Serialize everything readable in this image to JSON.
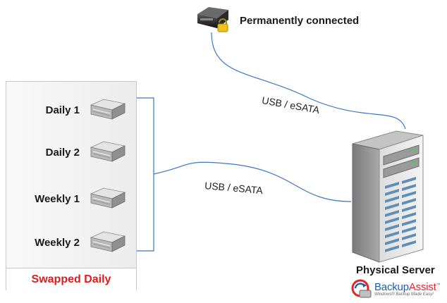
{
  "top_device": {
    "label": "Permanently connected",
    "icon": "locked-hard-drive-icon"
  },
  "connections": [
    {
      "label": "USB / eSATA",
      "target": "top-device"
    },
    {
      "label": "USB / eSATA",
      "target": "swapped-drives"
    }
  ],
  "swap_group": {
    "footer_label": "Swapped Daily",
    "footer_color": "#e31b1b",
    "drives": [
      {
        "label": "Daily 1",
        "icon": "hard-drive-icon"
      },
      {
        "label": "Daily 2",
        "icon": "hard-drive-icon"
      },
      {
        "label": "Weekly 1",
        "icon": "hard-drive-icon"
      },
      {
        "label": "Weekly 2",
        "icon": "hard-drive-icon"
      }
    ]
  },
  "server": {
    "label": "Physical Server",
    "icon": "tower-server-icon"
  },
  "logo": {
    "brand_part1": "Backup",
    "brand_part2": "Assist",
    "tm": "™",
    "tagline": "Windows® Backup Made Easy!",
    "brand_color": "#1b5fa8",
    "accent_color": "#e3242b"
  }
}
